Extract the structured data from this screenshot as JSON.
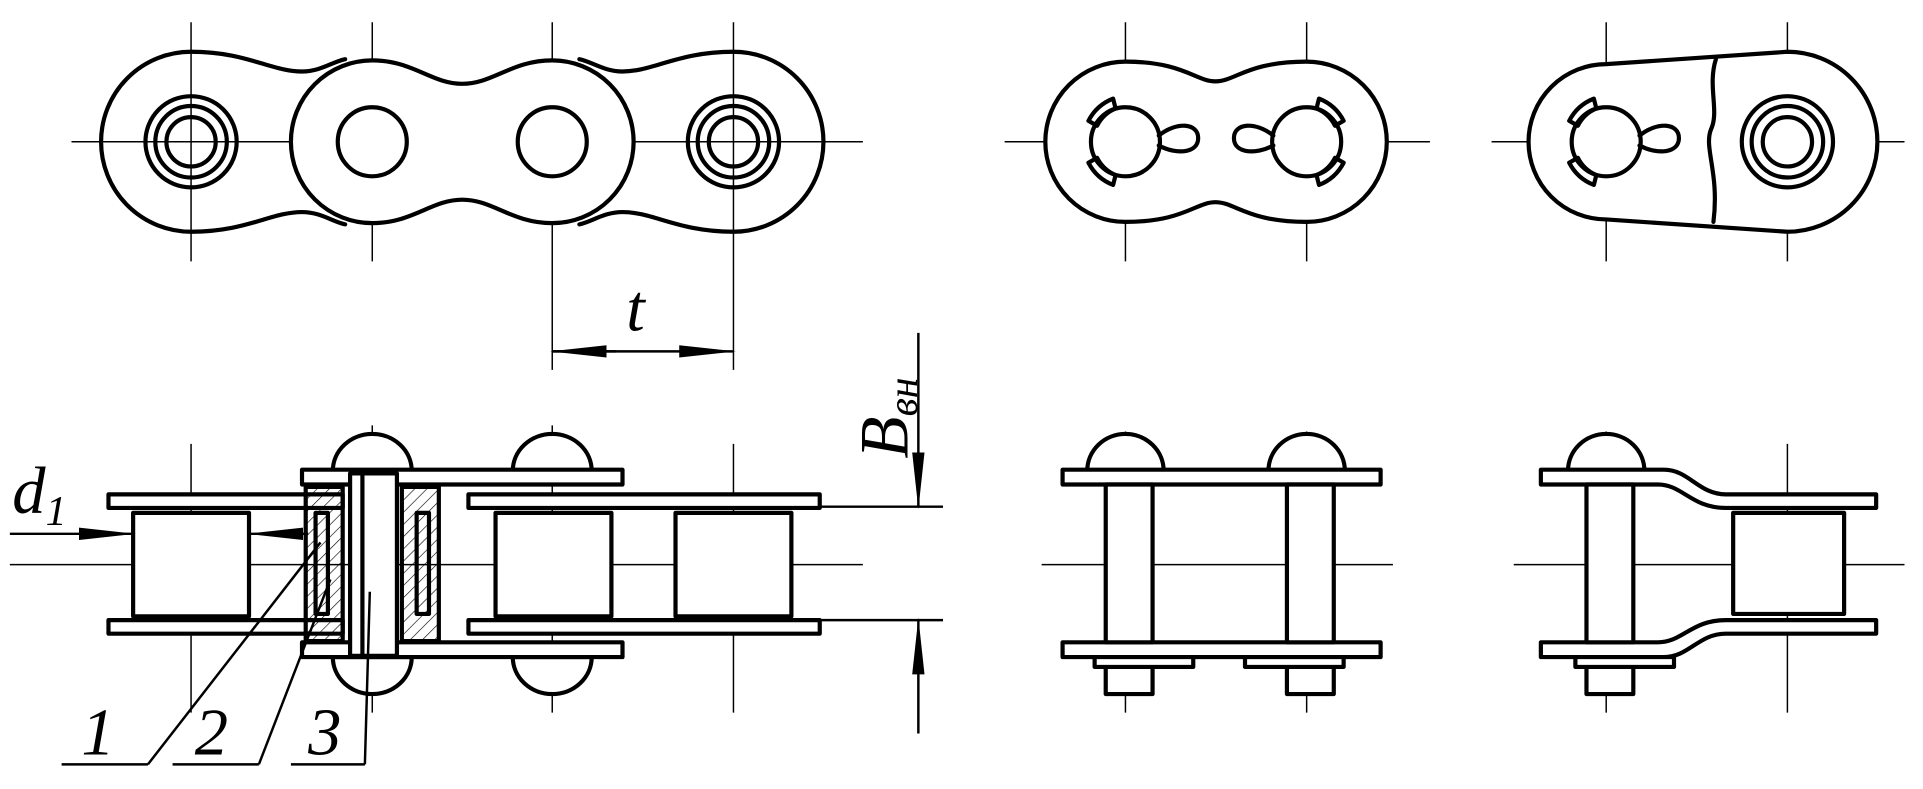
{
  "labels": {
    "pitch": "t",
    "roller_diameter": "d",
    "roller_diameter_sub": "1",
    "inner_width": "B",
    "inner_width_sub": "вн",
    "part_1": "1",
    "part_2": "2",
    "part_3": "3"
  }
}
